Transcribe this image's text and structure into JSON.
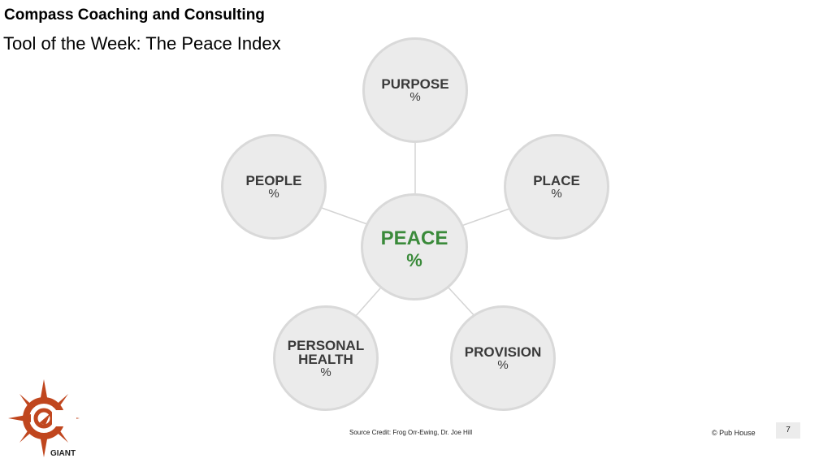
{
  "header": {
    "title": "Compass Coaching and Consulting",
    "subtitle": "Tool of the Week: The Peace Index"
  },
  "diagram": {
    "center": {
      "label": "PEACE",
      "value": "%"
    },
    "nodes": [
      {
        "label": "PURPOSE",
        "value": "%"
      },
      {
        "label": "PLACE",
        "value": "%"
      },
      {
        "label": "PROVISION",
        "value": "%"
      },
      {
        "label_line1": "PERSONAL",
        "label_line2": "HEALTH",
        "value": "%"
      },
      {
        "label": "PEOPLE",
        "value": "%"
      }
    ],
    "colors": {
      "node_fill": "#ebebeb",
      "node_border": "#d9d9d9",
      "center_text": "#3a8a3a"
    }
  },
  "footer": {
    "source": "Source Credit: Frog Orr-Ewing, Dr. Joe Hill",
    "copyright": "© Pub House",
    "page_number": "7"
  },
  "logo": {
    "text": "GIANT",
    "icon": "compass-logo-icon",
    "color": "#c0461e"
  }
}
